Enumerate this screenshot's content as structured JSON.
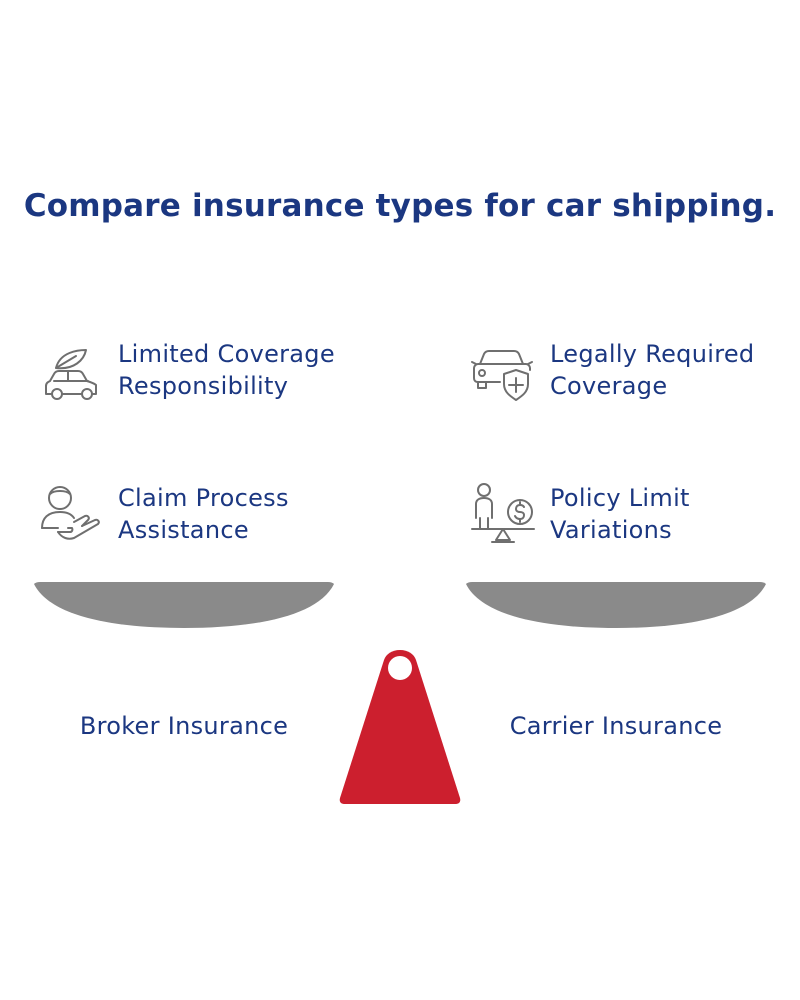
{
  "title": "Compare insurance types for car shipping.",
  "left": {
    "label": "Broker Insurance",
    "features": [
      {
        "text": "Limited Coverage Responsibility",
        "icon": "car-leaf-icon"
      },
      {
        "text": "Claim Process Assistance",
        "icon": "person-hand-icon"
      }
    ]
  },
  "right": {
    "label": "Carrier Insurance",
    "features": [
      {
        "text": "Legally Required Coverage",
        "icon": "car-shield-icon"
      },
      {
        "text": "Policy Limit Variations",
        "icon": "person-balance-dollar-icon"
      }
    ]
  },
  "colors": {
    "text": "#1b3781",
    "pan": "#8a8a8a",
    "fulcrum": "#cc1f2e",
    "icon": "#6f6f6f"
  }
}
